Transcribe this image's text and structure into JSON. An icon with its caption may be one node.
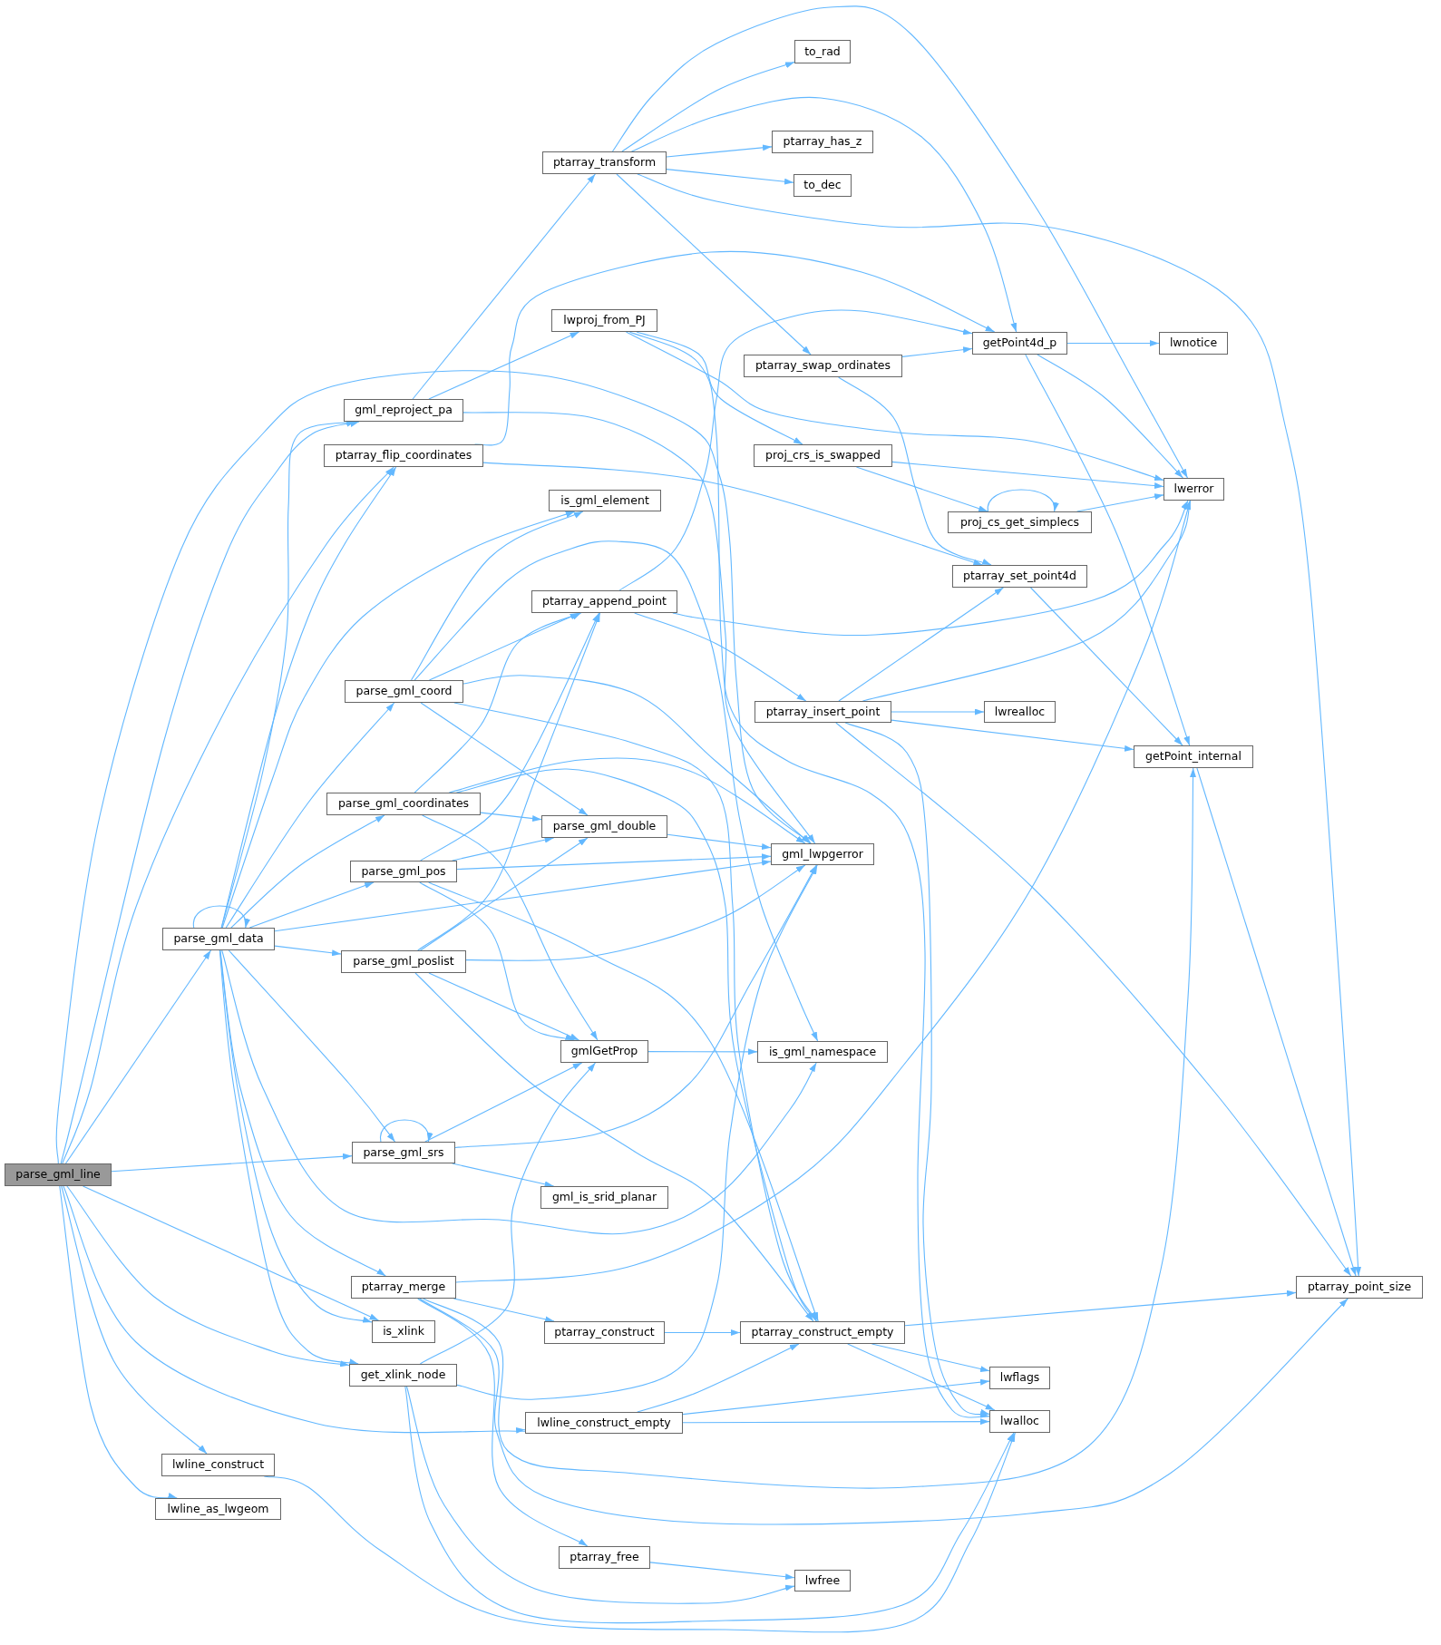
{
  "diagram": {
    "nodes": [
      {
        "text": [
          "parse_gml_line"
        ]
      },
      {
        "text": [
          "parse_gml_data"
        ]
      },
      {
        "text": [
          "lwline_construct"
        ]
      },
      {
        "text": [
          "lwline_as_lwgeom"
        ]
      },
      {
        "text": [
          "gml_reproject_pa"
        ]
      },
      {
        "text": [
          "ptarray_flip_coordinates"
        ]
      },
      {
        "text": [
          "parse_gml_coord"
        ]
      },
      {
        "text": [
          "parse_gml_coordinates"
        ]
      },
      {
        "text": [
          "parse_gml_pos"
        ]
      },
      {
        "text": [
          "parse_gml_poslist"
        ]
      },
      {
        "text": [
          "parse_gml_srs"
        ]
      },
      {
        "text": [
          "ptarray_merge"
        ]
      },
      {
        "text": [
          "is_xlink"
        ]
      },
      {
        "text": [
          "get_xlink_node"
        ]
      },
      {
        "text": [
          "ptarray_transform"
        ]
      },
      {
        "text": [
          "lwproj_from_PJ"
        ]
      },
      {
        "text": [
          "is_gml_element"
        ]
      },
      {
        "text": [
          "ptarray_append_point"
        ]
      },
      {
        "text": [
          "parse_gml_double"
        ]
      },
      {
        "text": [
          "gmlGetProp"
        ]
      },
      {
        "text": [
          "gml_is_srid_planar"
        ]
      },
      {
        "text": [
          "ptarray_construct"
        ]
      },
      {
        "text": [
          "lwline_construct_empty"
        ]
      },
      {
        "text": [
          "ptarray_free"
        ]
      },
      {
        "text": [
          "to_rad"
        ]
      },
      {
        "text": [
          "ptarray_has_z"
        ]
      },
      {
        "text": [
          "to_dec"
        ]
      },
      {
        "text": [
          "ptarray_swap_ordinates"
        ]
      },
      {
        "text": [
          "proj_crs_is_swapped"
        ]
      },
      {
        "text": [
          "ptarray_insert_point"
        ]
      },
      {
        "text": [
          "gml_lwpgerror"
        ]
      },
      {
        "text": [
          "is_gml_namespace"
        ]
      },
      {
        "text": [
          "ptarray_construct_empty"
        ]
      },
      {
        "text": [
          "lwfree"
        ]
      },
      {
        "text": [
          "getPoint4d_p"
        ]
      },
      {
        "text": [
          "proj_cs_get_simplecs"
        ]
      },
      {
        "text": [
          "ptarray_set_point4d"
        ]
      },
      {
        "text": [
          "lwrealloc"
        ]
      },
      {
        "text": [
          "lwflags"
        ]
      },
      {
        "text": [
          "lwalloc"
        ]
      },
      {
        "text": [
          "lwnotice"
        ]
      },
      {
        "text": [
          "lwerror"
        ]
      },
      {
        "text": [
          "getPoint_internal"
        ]
      },
      {
        "text": [
          "ptarray_point_size"
        ]
      }
    ],
    "edges": [
      {
        "from": 0,
        "to": 1,
        "arrow": "to"
      },
      {
        "from": 0,
        "to": 4,
        "arrow": "to"
      },
      {
        "from": 0,
        "to": 5,
        "arrow": "to"
      },
      {
        "from": 0,
        "to": 30,
        "arrow": "to"
      },
      {
        "from": 0,
        "to": 10,
        "arrow": "to"
      },
      {
        "from": 0,
        "to": 12,
        "arrow": "to"
      },
      {
        "from": 0,
        "to": 13,
        "arrow": "to"
      },
      {
        "from": 0,
        "to": 22,
        "arrow": "to"
      },
      {
        "from": 0,
        "to": 2,
        "arrow": "to"
      },
      {
        "from": 0,
        "to": 3,
        "arrow": "to"
      },
      {
        "from": 1,
        "to": 1,
        "arrow": "to"
      },
      {
        "from": 1,
        "to": 4,
        "arrow": "to"
      },
      {
        "from": 1,
        "to": 5,
        "arrow": "to"
      },
      {
        "from": 1,
        "to": 16,
        "arrow": "to"
      },
      {
        "from": 1,
        "to": 6,
        "arrow": "to"
      },
      {
        "from": 1,
        "to": 7,
        "arrow": "to"
      },
      {
        "from": 1,
        "to": 8,
        "arrow": "to"
      },
      {
        "from": 1,
        "to": 9,
        "arrow": "to"
      },
      {
        "from": 1,
        "to": 30,
        "arrow": "to"
      },
      {
        "from": 1,
        "to": 10,
        "arrow": "to"
      },
      {
        "from": 1,
        "to": 11,
        "arrow": "to"
      },
      {
        "from": 1,
        "to": 12,
        "arrow": "to"
      },
      {
        "from": 1,
        "to": 13,
        "arrow": "to"
      },
      {
        "from": 1,
        "to": 31,
        "arrow": "to"
      },
      {
        "from": 6,
        "to": 16,
        "arrow": "to"
      },
      {
        "from": 6,
        "to": 31,
        "arrow": "to"
      },
      {
        "from": 6,
        "to": 17,
        "arrow": "to"
      },
      {
        "from": 6,
        "to": 18,
        "arrow": "to"
      },
      {
        "from": 6,
        "to": 30,
        "arrow": "to"
      },
      {
        "from": 6,
        "to": 32,
        "arrow": "to"
      },
      {
        "from": 7,
        "to": 17,
        "arrow": "to"
      },
      {
        "from": 7,
        "to": 18,
        "arrow": "to"
      },
      {
        "from": 7,
        "to": 19,
        "arrow": "to"
      },
      {
        "from": 7,
        "to": 30,
        "arrow": "to"
      },
      {
        "from": 7,
        "to": 32,
        "arrow": "to"
      },
      {
        "from": 8,
        "to": 17,
        "arrow": "to"
      },
      {
        "from": 8,
        "to": 18,
        "arrow": "to"
      },
      {
        "from": 8,
        "to": 19,
        "arrow": "to"
      },
      {
        "from": 8,
        "to": 30,
        "arrow": "to"
      },
      {
        "from": 8,
        "to": 32,
        "arrow": "to"
      },
      {
        "from": 9,
        "to": 17,
        "arrow": "to"
      },
      {
        "from": 9,
        "to": 18,
        "arrow": "to"
      },
      {
        "from": 9,
        "to": 19,
        "arrow": "to"
      },
      {
        "from": 9,
        "to": 30,
        "arrow": "to"
      },
      {
        "from": 9,
        "to": 32,
        "arrow": "to"
      },
      {
        "from": 10,
        "to": 10,
        "arrow": "to"
      },
      {
        "from": 10,
        "to": 19,
        "arrow": "to"
      },
      {
        "from": 10,
        "to": 30,
        "arrow": "to"
      },
      {
        "from": 10,
        "to": 20,
        "arrow": "to"
      },
      {
        "from": 11,
        "to": 41,
        "arrow": "to"
      },
      {
        "from": 11,
        "to": 21,
        "arrow": "to"
      },
      {
        "from": 11,
        "to": 42,
        "arrow": "to"
      },
      {
        "from": 11,
        "to": 43,
        "arrow": "to"
      },
      {
        "from": 11,
        "to": 23,
        "arrow": "to"
      },
      {
        "from": 13,
        "to": 19,
        "arrow": "to"
      },
      {
        "from": 13,
        "to": 30,
        "arrow": "to"
      },
      {
        "from": 13,
        "to": 33,
        "arrow": "to"
      },
      {
        "from": 13,
        "to": 39,
        "arrow": "to"
      },
      {
        "from": 2,
        "to": 39,
        "arrow": "to"
      },
      {
        "from": 22,
        "to": 32,
        "arrow": "to"
      },
      {
        "from": 22,
        "to": 38,
        "arrow": "to"
      },
      {
        "from": 22,
        "to": 39,
        "arrow": "to"
      },
      {
        "from": 4,
        "to": 14,
        "arrow": "to"
      },
      {
        "from": 4,
        "to": 15,
        "arrow": "to"
      },
      {
        "from": 4,
        "to": 30,
        "arrow": "to"
      },
      {
        "from": 5,
        "to": 34,
        "arrow": "to"
      },
      {
        "from": 5,
        "to": 36,
        "arrow": "to"
      },
      {
        "from": 14,
        "to": 41,
        "arrow": "to"
      },
      {
        "from": 14,
        "to": 24,
        "arrow": "to"
      },
      {
        "from": 14,
        "to": 34,
        "arrow": "to"
      },
      {
        "from": 14,
        "to": 25,
        "arrow": "to"
      },
      {
        "from": 14,
        "to": 26,
        "arrow": "to"
      },
      {
        "from": 14,
        "to": 43,
        "arrow": "to"
      },
      {
        "from": 14,
        "to": 27,
        "arrow": "to"
      },
      {
        "from": 15,
        "to": 28,
        "arrow": "to"
      },
      {
        "from": 15,
        "to": 41,
        "arrow": "to"
      },
      {
        "from": 15,
        "to": 39,
        "arrow": "to"
      },
      {
        "from": 17,
        "to": 34,
        "arrow": "to"
      },
      {
        "from": 17,
        "to": 29,
        "arrow": "to"
      },
      {
        "from": 17,
        "to": 41,
        "arrow": "to"
      },
      {
        "from": 18,
        "to": 30,
        "arrow": "to"
      },
      {
        "from": 19,
        "to": 31,
        "arrow": "to"
      },
      {
        "from": 21,
        "to": 32,
        "arrow": "to"
      },
      {
        "from": 23,
        "to": 33,
        "arrow": "to"
      },
      {
        "from": 27,
        "to": 34,
        "arrow": "to"
      },
      {
        "from": 27,
        "to": 36,
        "arrow": "to"
      },
      {
        "from": 28,
        "to": 41,
        "arrow": "to"
      },
      {
        "from": 28,
        "to": 35,
        "arrow": "to"
      },
      {
        "from": 29,
        "to": 36,
        "arrow": "to"
      },
      {
        "from": 29,
        "to": 41,
        "arrow": "to"
      },
      {
        "from": 29,
        "to": 37,
        "arrow": "to"
      },
      {
        "from": 29,
        "to": 42,
        "arrow": "to"
      },
      {
        "from": 29,
        "to": 43,
        "arrow": "to"
      },
      {
        "from": 29,
        "to": 39,
        "arrow": "to"
      },
      {
        "from": 32,
        "to": 43,
        "arrow": "to"
      },
      {
        "from": 32,
        "to": 38,
        "arrow": "to"
      },
      {
        "from": 32,
        "to": 39,
        "arrow": "to"
      },
      {
        "from": 34,
        "to": 40,
        "arrow": "to"
      },
      {
        "from": 34,
        "to": 41,
        "arrow": "to"
      },
      {
        "from": 34,
        "to": 42,
        "arrow": "to"
      },
      {
        "from": 35,
        "to": 35,
        "arrow": "to"
      },
      {
        "from": 35,
        "to": 41,
        "arrow": "to"
      },
      {
        "from": 36,
        "to": 42,
        "arrow": "to"
      },
      {
        "from": 42,
        "to": 43,
        "arrow": "to"
      }
    ]
  }
}
